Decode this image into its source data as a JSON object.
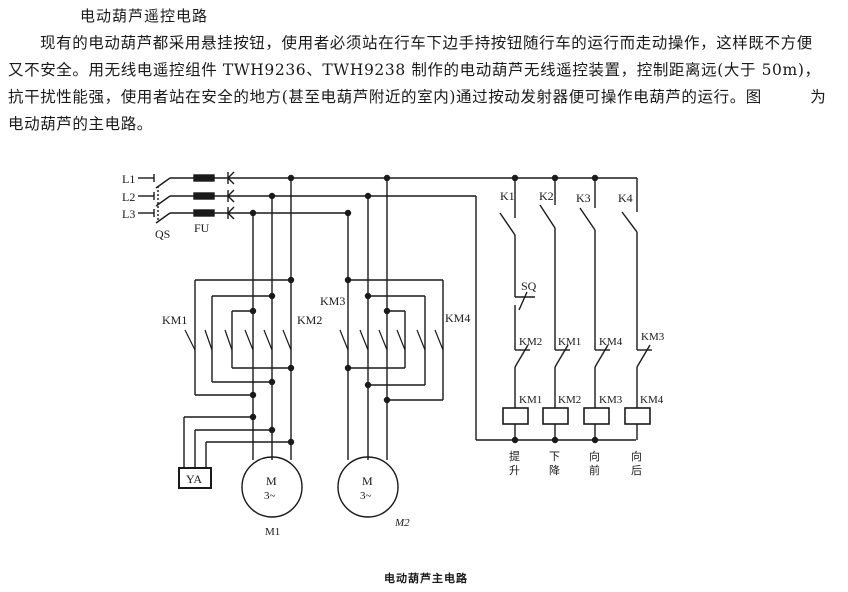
{
  "heading": "电动葫芦遥控电路",
  "paragraph": "现有的电动葫芦都采用悬挂按钮，使用者必须站在行车下边手持按钮随行车的运行而走动操作，这样既不方便又不安全。用无线电遥控组件 TWH9236、TWH9238 制作的电动葫芦无线遥控装置，控制距离远(大于 50m)，抗干扰性能强，使用者站在安全的地方(甚至电葫芦附近的室内)通过按动发射器便可操作电葫芦的运行。图　　　为电动葫芦的主电路。",
  "caption": "电动葫芦主电路",
  "diagram": {
    "lines": [
      "L1",
      "L2",
      "L3"
    ],
    "switch_label": "QS",
    "fuse_label": "FU",
    "contactors": {
      "km1": "KM1",
      "km2": "KM2",
      "km3": "KM3",
      "km4": "KM4"
    },
    "brake": "YA",
    "motor_symbol": "M",
    "motor_type": "3~",
    "motors": [
      "M1",
      "M2"
    ],
    "remote_switches": [
      "K1",
      "K2",
      "K3",
      "K4"
    ],
    "limit_switch": "SQ",
    "interlocks": [
      "KM2",
      "KM1",
      "KM4",
      "KM3"
    ],
    "coils": [
      "KM1",
      "KM2",
      "KM3",
      "KM4"
    ],
    "functions": [
      [
        "提",
        "升"
      ],
      [
        "下",
        "降"
      ],
      [
        "向",
        "前"
      ],
      [
        "向",
        "后"
      ]
    ]
  }
}
